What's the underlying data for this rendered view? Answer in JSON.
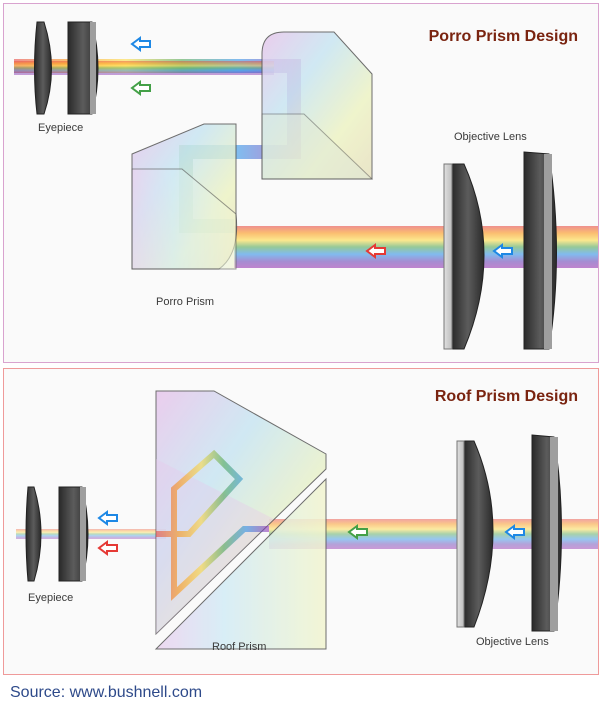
{
  "porro": {
    "title": "Porro Prism Design",
    "eyepiece_label": "Eyepiece",
    "objective_label": "Objective Lens",
    "prism_label": "Porro Prism"
  },
  "roof": {
    "title": "Roof Prism Design",
    "eyepiece_label": "Eyepiece",
    "objective_label": "Objective Lens",
    "prism_label": "Roof Prism"
  },
  "source": "Source: www.bushnell.com",
  "colors": {
    "title_text": "#7a2410",
    "source_text": "#2e4a8a",
    "lens_dark": "#3b3b3b",
    "beam_spectrum": [
      "#e53935",
      "#fb8c00",
      "#fdd835",
      "#43a047",
      "#1e88e5",
      "#5e35b1",
      "#8e24aa"
    ]
  },
  "icons": [
    "direction-arrow-icon",
    "lens-icon",
    "prism-icon"
  ]
}
